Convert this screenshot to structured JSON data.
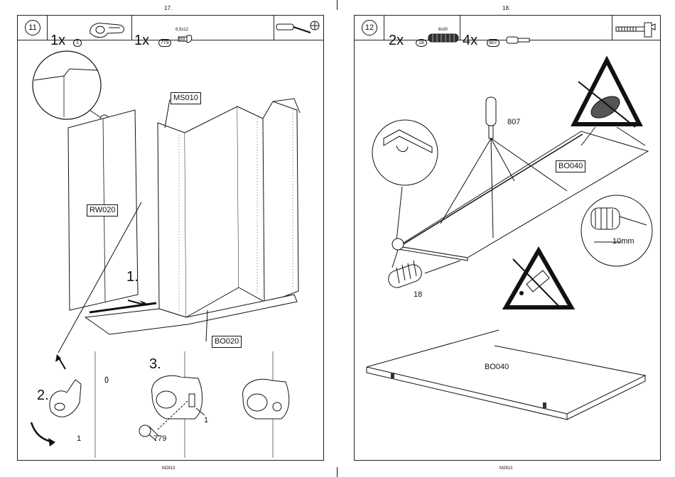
{
  "pages": [
    {
      "number": "17.",
      "footer": "M2813",
      "step": "11",
      "parts": [
        {
          "qty": "1x",
          "ref": "1",
          "icon": "cam-connector-icon"
        },
        {
          "qty": "1x",
          "ref": "779",
          "size": "6,5x12",
          "icon": "screw-icon"
        }
      ],
      "tools": [
        "screwdriver-icon",
        "phillips-tip-icon"
      ],
      "labels": {
        "ms": "MS010",
        "rw": "RW020",
        "bo": "BO020"
      },
      "steps": [
        "1.",
        "2.",
        "3."
      ],
      "callouts": {
        "cam_1": "1",
        "cam_1b": "1",
        "screw": "779"
      }
    },
    {
      "number": "18.",
      "footer": "M2813",
      "step": "12",
      "parts": [
        {
          "qty": "2x",
          "ref": "18",
          "size": "8x30",
          "icon": "dowel-icon"
        },
        {
          "qty": "4x",
          "ref": "807",
          "icon": "shelf-pin-icon"
        }
      ],
      "tools": [
        "hammer-icon"
      ],
      "labels": {
        "bo_top": "BO040",
        "bo_bottom": "BO040",
        "pin": "807",
        "dowel": "18",
        "depth": "10mm"
      },
      "warnings": [
        "no-hammer-warning-icon",
        "no-glue-warning-icon"
      ]
    }
  ]
}
